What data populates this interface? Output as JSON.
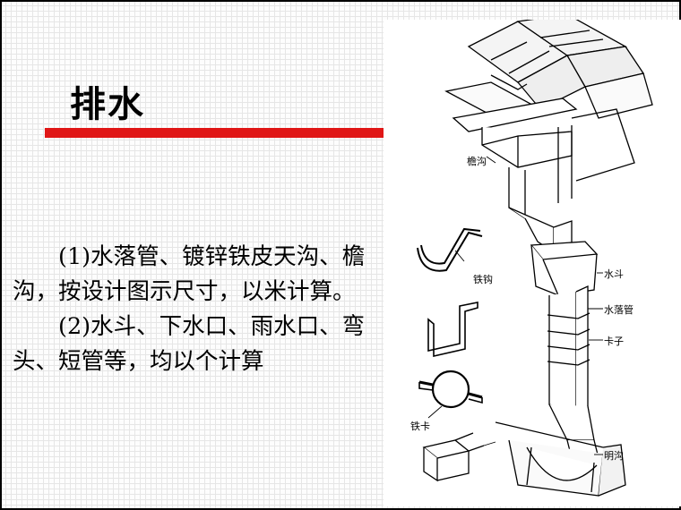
{
  "slide": {
    "title": "排水",
    "paragraphs": [
      "(1)水落管、镀锌铁皮天沟、檐沟，按设计图示尺寸，以米计算。",
      "(2)水斗、下水口、雨水口、弯头、短管等，均以个计算"
    ]
  },
  "diagram": {
    "labels": {
      "gutter": "檐沟",
      "hook": "铁钩",
      "hopper": "水斗",
      "downpipe": "水落管",
      "clip": "卡子",
      "iron_clip": "铁卡",
      "open_ditch": "明沟"
    }
  },
  "colors": {
    "accent_bar": "#e01616"
  }
}
